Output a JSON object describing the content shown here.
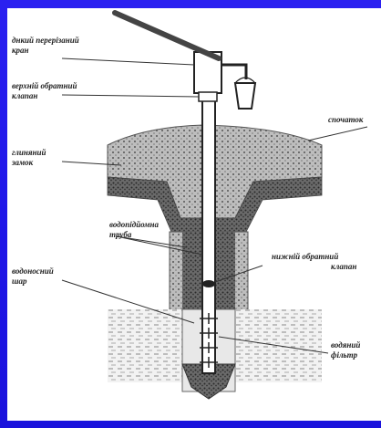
{
  "labels": {
    "top_valve": [
      "днкий перерізаний",
      "кран"
    ],
    "upper_check_valve": [
      "верхній обратний",
      "клапан"
    ],
    "concrete": [
      "спочаток"
    ],
    "clay_lock": [
      "глиняний",
      "замок"
    ],
    "water_pipe": [
      "водопідйомна",
      "труба"
    ],
    "lower_check_valve": [
      "нижній обратний",
      "клапан"
    ],
    "aquifer": [
      "водоносний",
      "шар"
    ],
    "filter": [
      "водяний",
      "фільтр"
    ]
  },
  "colors": {
    "background": "#1e16e6",
    "panel": "#ffffff",
    "ink": "#222222"
  }
}
